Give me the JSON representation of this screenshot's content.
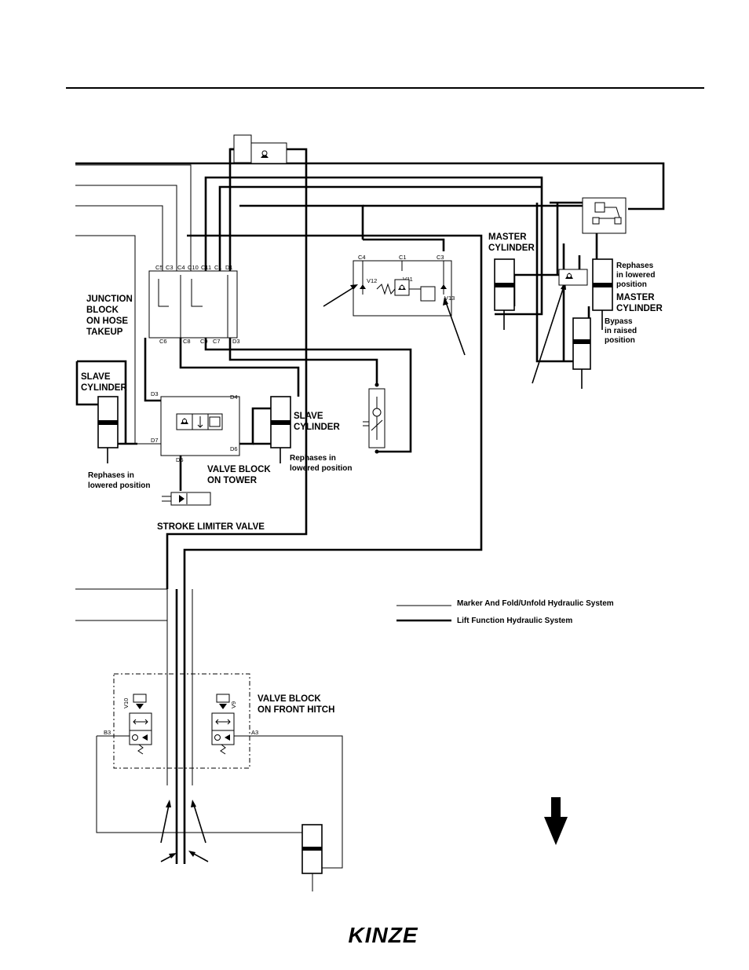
{
  "labels": {
    "junction_block": [
      "JUNCTION",
      "BLOCK",
      "ON HOSE",
      "TAKEUP"
    ],
    "slave_cylinder_left": [
      "SLAVE",
      "CYLINDER"
    ],
    "slave_cylinder_right": [
      "SLAVE",
      "CYLINDER"
    ],
    "valve_block_tower": [
      "VALVE BLOCK",
      "ON TOWER"
    ],
    "stroke_limiter": "STROKE LIMITER VALVE",
    "master_cylinder_top": [
      "MASTER",
      "CYLINDER"
    ],
    "master_cylinder_right": [
      "MASTER",
      "CYLINDER"
    ],
    "rephases_left": [
      "Rephases in",
      "lowered position"
    ],
    "rephases_middle": [
      "Rephases in",
      "lowered position"
    ],
    "rephases_right": [
      "Rephases",
      "in lowered",
      "position"
    ],
    "bypass": [
      "Bypass",
      "in raised",
      "position"
    ],
    "valve_block_front": [
      "VALVE BLOCK",
      "ON FRONT HITCH"
    ]
  },
  "ports": {
    "junction_top": [
      "C5",
      "C3",
      "C4",
      "C10",
      "C11",
      "C1",
      "D1"
    ],
    "junction_bottom": [
      "C6",
      "C8",
      "C9",
      "C7",
      "D3"
    ],
    "valve_c4": "C4",
    "valve_c1": "C1",
    "valve_c3": "C3",
    "valve_v12": "V12",
    "valve_v11": "V11",
    "valve_v13": "V13",
    "tower_d3": "D3",
    "tower_d4": "D4",
    "tower_d7": "D7",
    "tower_d6": "D6",
    "tower_d5": "D5",
    "front_b3": "B3",
    "front_a3": "A3",
    "front_v10": "V10",
    "front_v9": "V9"
  },
  "legend": [
    {
      "label": "Marker And Fold/Unfold Hydraulic System",
      "line": "thin"
    },
    {
      "label": "Lift Function Hydraulic System",
      "line": "thick"
    }
  ],
  "brand": {
    "logo": "KINZE",
    "color": "#000000"
  },
  "icons": [
    "arrow-down-icon",
    "kinze-logo-icon"
  ]
}
